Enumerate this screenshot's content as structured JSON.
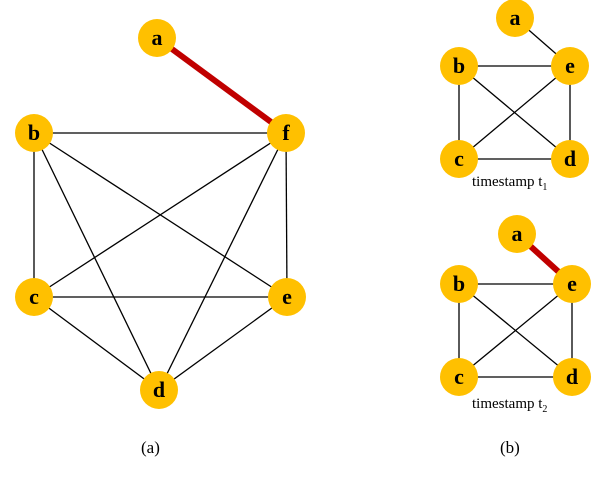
{
  "colors": {
    "node_fill": "#FFC000",
    "highlight_edge": "#C00000",
    "edge": "#000000"
  },
  "panel_a": {
    "caption": "(a)",
    "nodes": [
      "a",
      "b",
      "c",
      "d",
      "e",
      "f"
    ],
    "edges": [
      [
        "a",
        "f"
      ],
      [
        "b",
        "f"
      ],
      [
        "b",
        "c"
      ],
      [
        "b",
        "d"
      ],
      [
        "b",
        "e"
      ],
      [
        "c",
        "e"
      ],
      [
        "c",
        "d"
      ],
      [
        "c",
        "f"
      ],
      [
        "d",
        "e"
      ],
      [
        "d",
        "f"
      ],
      [
        "e",
        "f"
      ]
    ],
    "highlighted_edges": [
      [
        "a",
        "f"
      ]
    ]
  },
  "panel_b": {
    "caption": "(b)",
    "t1": {
      "label_prefix": "timestamp t",
      "label_subscript": "1",
      "nodes": [
        "a",
        "b",
        "c",
        "d",
        "e"
      ],
      "edges": [
        [
          "a",
          "e"
        ],
        [
          "b",
          "e"
        ],
        [
          "b",
          "c"
        ],
        [
          "b",
          "d"
        ],
        [
          "c",
          "e"
        ],
        [
          "c",
          "d"
        ],
        [
          "d",
          "e"
        ]
      ],
      "highlighted_edges": []
    },
    "t2": {
      "label_prefix": "timestamp t",
      "label_subscript": "2",
      "nodes": [
        "a",
        "b",
        "c",
        "d",
        "e"
      ],
      "edges": [
        [
          "a",
          "e"
        ],
        [
          "b",
          "e"
        ],
        [
          "b",
          "c"
        ],
        [
          "b",
          "d"
        ],
        [
          "c",
          "e"
        ],
        [
          "c",
          "d"
        ],
        [
          "d",
          "e"
        ]
      ],
      "highlighted_edges": [
        [
          "a",
          "e"
        ]
      ]
    }
  }
}
